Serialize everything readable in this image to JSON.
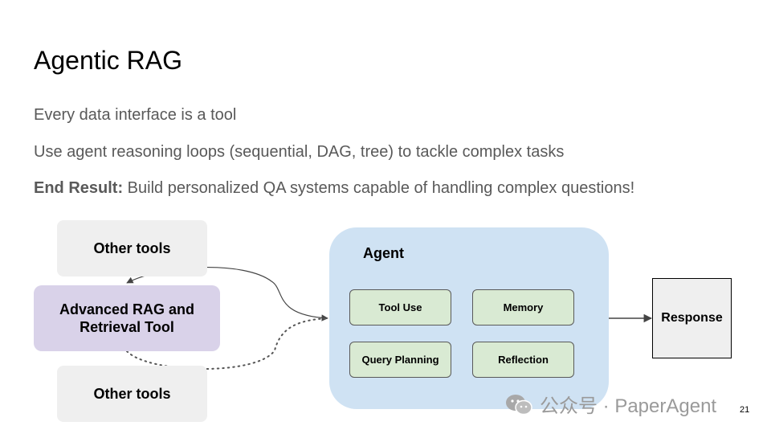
{
  "slide": {
    "title": "Agentic RAG",
    "bullets": [
      "Every data interface is a tool",
      "Use agent reasoning loops (sequential, DAG, tree) to tackle complex tasks"
    ],
    "end_result_label": "End Result:",
    "end_result_text": " Build personalized QA systems capable of handling complex questions!",
    "page_number": "21"
  },
  "diagram": {
    "other_tools_top": "Other tools",
    "rag_tool": "Advanced RAG and Retrieval Tool",
    "other_tools_bottom": "Other tools",
    "agent_label": "Agent",
    "modules": [
      "Tool Use",
      "Memory",
      "Query Planning",
      "Reflection"
    ],
    "response": "Response"
  },
  "watermark": {
    "text": "公众号 · PaperAgent"
  },
  "colors": {
    "other_tools_bg": "#efefef",
    "rag_bg": "#d9d2e9",
    "agent_bg": "#cfe2f3",
    "module_bg": "#d9ead3",
    "response_bg": "#efefef"
  }
}
